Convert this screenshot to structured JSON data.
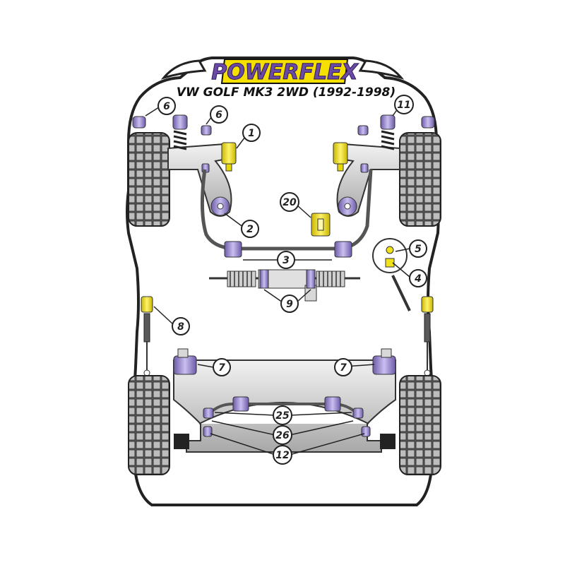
{
  "brand": {
    "logo": "POWERFLEX"
  },
  "title": "VW GOLF MK3 2WD (1992-1998)",
  "labels": {
    "l1": "1",
    "l2": "2",
    "l3": "3",
    "l4": "4",
    "l5": "5",
    "l6a": "6",
    "l6b": "6",
    "l7a": "7",
    "l7b": "7",
    "l8": "8",
    "l9": "9",
    "l11": "11",
    "l12": "12",
    "l20": "20",
    "l25": "25",
    "l26": "26"
  },
  "colors": {
    "bushing_purple": "#a89ad0",
    "bushing_yellow": "#f2e21a",
    "logo_yellow": "#f6e000",
    "component_grey": "#c8c8c8",
    "outline": "#222222"
  }
}
